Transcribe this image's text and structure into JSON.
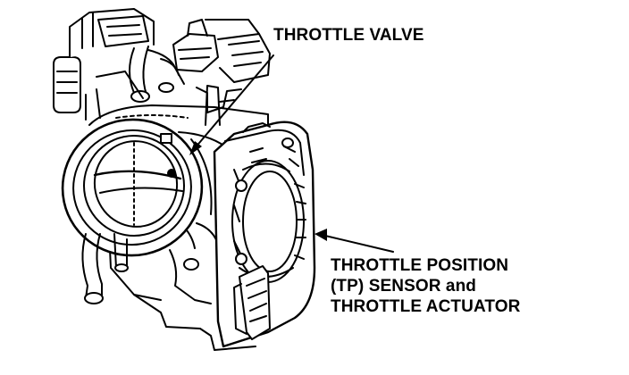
{
  "labels": {
    "throttle_valve": "THROTTLE VALVE",
    "tp_sensor_line1": "THROTTLE POSITION",
    "tp_sensor_line2": "(TP) SENSOR and",
    "tp_sensor_line3": "THROTTLE ACTUATOR"
  },
  "colors": {
    "line": "#000000",
    "background": "#ffffff"
  }
}
